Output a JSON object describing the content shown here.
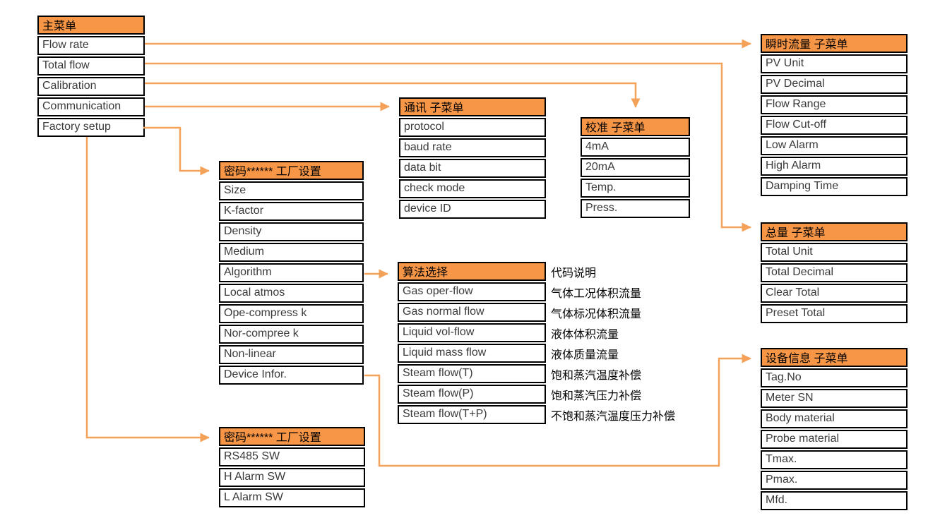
{
  "diagram_title": "vortex-flowmeter-menu-structure",
  "colors": {
    "header_bg": "#F79646",
    "arrow": "#F4A259",
    "border": "#000000",
    "row_text": "#3a3a3a",
    "header_text": "#000000",
    "background": "#ffffff"
  },
  "boxes": {
    "main_menu": {
      "title": "主菜单",
      "rows": [
        "Flow rate",
        "Total flow",
        "Calibration",
        "Communication",
        "Factory setup"
      ]
    },
    "comm": {
      "title": "通讯 子菜单",
      "rows": [
        "protocol",
        "baud rate",
        "data bit",
        "check mode",
        "device ID"
      ]
    },
    "calib": {
      "title": "校准 子菜单",
      "rows": [
        "4mA",
        "20mA",
        "Temp.",
        "Press."
      ]
    },
    "flow": {
      "title": "瞬时流量 子菜单",
      "rows": [
        "PV Unit",
        "PV Decimal",
        "Flow Range",
        "Flow Cut-off",
        "Low Alarm",
        "High Alarm",
        "Damping Time"
      ]
    },
    "total": {
      "title": "总量 子菜单",
      "rows": [
        "Total Unit",
        "Total Decimal",
        "Clear Total",
        "Preset Total"
      ]
    },
    "device": {
      "title": "设备信息 子菜单",
      "rows": [
        "Tag.No",
        "Meter SN",
        "Body material",
        "Probe material",
        "Tmax.",
        "Pmax.",
        "Mfd."
      ]
    },
    "factory1": {
      "title": "密码****** 工厂设置",
      "rows": [
        "Size",
        "K-factor",
        "Density",
        "Medium",
        "Algorithm",
        "Local atmos",
        "Ope-compress k",
        "Nor-compree k",
        "Non-linear",
        "Device Infor."
      ]
    },
    "algo": {
      "title": "算法选择",
      "rows": [
        "Gas oper-flow",
        "Gas normal flow",
        "Liquid vol-flow",
        "Liquid mass flow",
        "Steam flow(T)",
        "Steam flow(P)",
        "Steam flow(T+P)"
      ]
    },
    "factory2": {
      "title": "密码****** 工厂设置",
      "rows": [
        "RS485 SW",
        "H Alarm SW",
        "L Alarm SW"
      ]
    },
    "algo_desc": {
      "title": "代码说明",
      "rows": [
        "气体工况体积流量",
        "气体标况体积流量",
        "液体体积流量",
        "液体质量流量",
        "饱和蒸汽温度补偿",
        "饱和蒸汽压力补偿",
        "不饱和蒸汽温度压力补偿"
      ]
    }
  }
}
